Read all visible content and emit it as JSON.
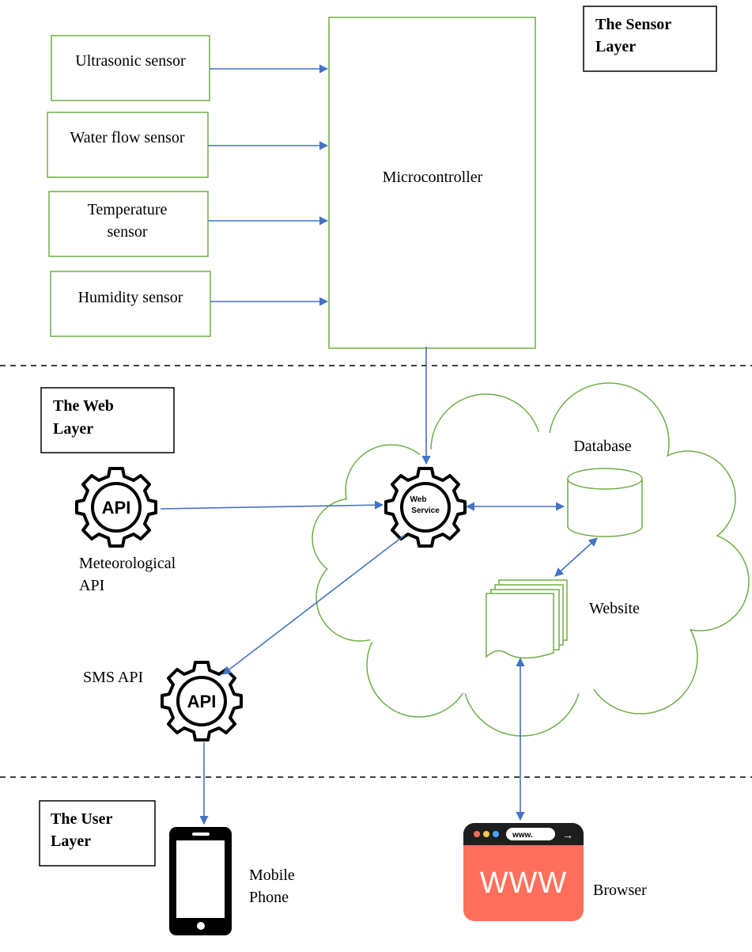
{
  "sensor_layer": {
    "title_line1": "The Sensor",
    "title_line2": "Layer",
    "sensors": [
      {
        "lines": [
          "Ultrasonic sensor"
        ]
      },
      {
        "lines": [
          "Water flow sensor"
        ]
      },
      {
        "lines": [
          "Temperature",
          "sensor"
        ]
      },
      {
        "lines": [
          "Humidity sensor"
        ]
      }
    ],
    "microcontroller": "Microcontroller"
  },
  "web_layer": {
    "title_line1": "The Web",
    "title_line2": "Layer",
    "meteorological_api": {
      "icon_text": "API",
      "label_line1": "Meteorological",
      "label_line2": "API"
    },
    "web_service": {
      "line1": "Web",
      "line2": "Service"
    },
    "database": "Database",
    "website": "Website",
    "sms_api": {
      "icon_text": "API",
      "label": "SMS API"
    }
  },
  "user_layer": {
    "title_line1": "The User",
    "title_line2": "Layer",
    "mobile_label_line1": "Mobile",
    "mobile_label_line2": "Phone",
    "browser": {
      "address": "www.",
      "big_text": "WWW",
      "label": "Browser"
    }
  },
  "colors": {
    "sensor_border": "#70ad47",
    "cloud_border": "#70ad47",
    "arrow": "#4472c4",
    "browser_body": "#ff6f5b",
    "browser_bar": "#1e1e1e"
  }
}
